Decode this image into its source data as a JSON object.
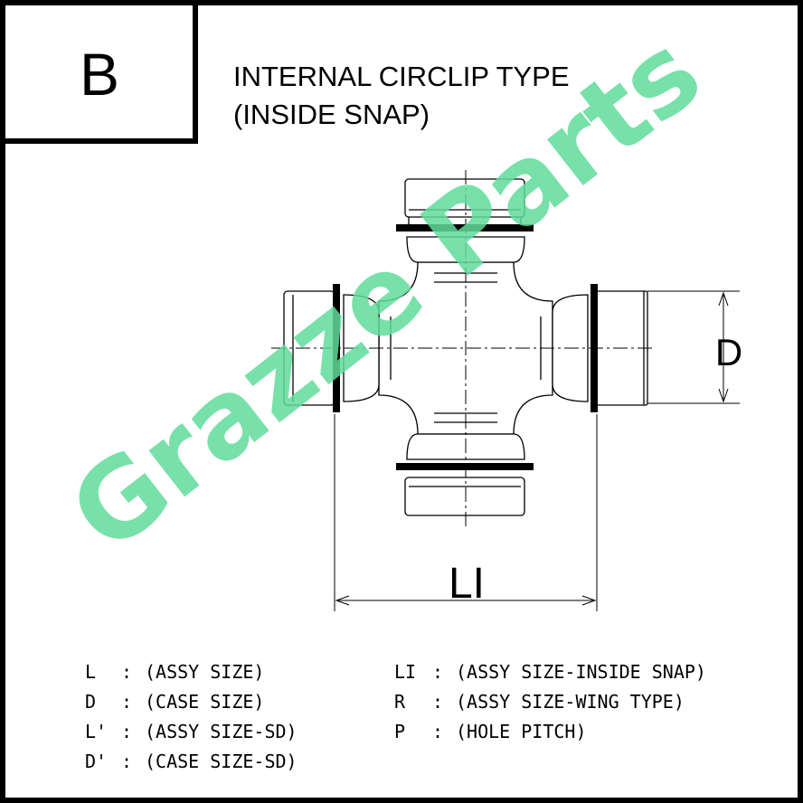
{
  "diagram": {
    "badge_letter": "B",
    "title_line1": "INTERNAL CIRCLIP TYPE",
    "title_line2": "(INSIDE SNAP)",
    "dimension_d": "D",
    "dimension_li": "LI",
    "watermark": "Grazze Parts",
    "colors": {
      "line": "#000000",
      "watermark": "#5fdc9a",
      "background": "#ffffff"
    }
  },
  "legend": {
    "left": [
      {
        "code": "L",
        "desc": "(ASSY SIZE)"
      },
      {
        "code": "D",
        "desc": "(CASE SIZE)"
      },
      {
        "code": "L'",
        "desc": "(ASSY SIZE-SD)"
      },
      {
        "code": "D'",
        "desc": "(CASE SIZE-SD)"
      }
    ],
    "right": [
      {
        "code": "LI",
        "desc": "(ASSY SIZE-INSIDE SNAP)"
      },
      {
        "code": "R",
        "desc": "(ASSY SIZE-WING TYPE)"
      },
      {
        "code": "P",
        "desc": "(HOLE PITCH)"
      }
    ],
    "separator": ":"
  }
}
